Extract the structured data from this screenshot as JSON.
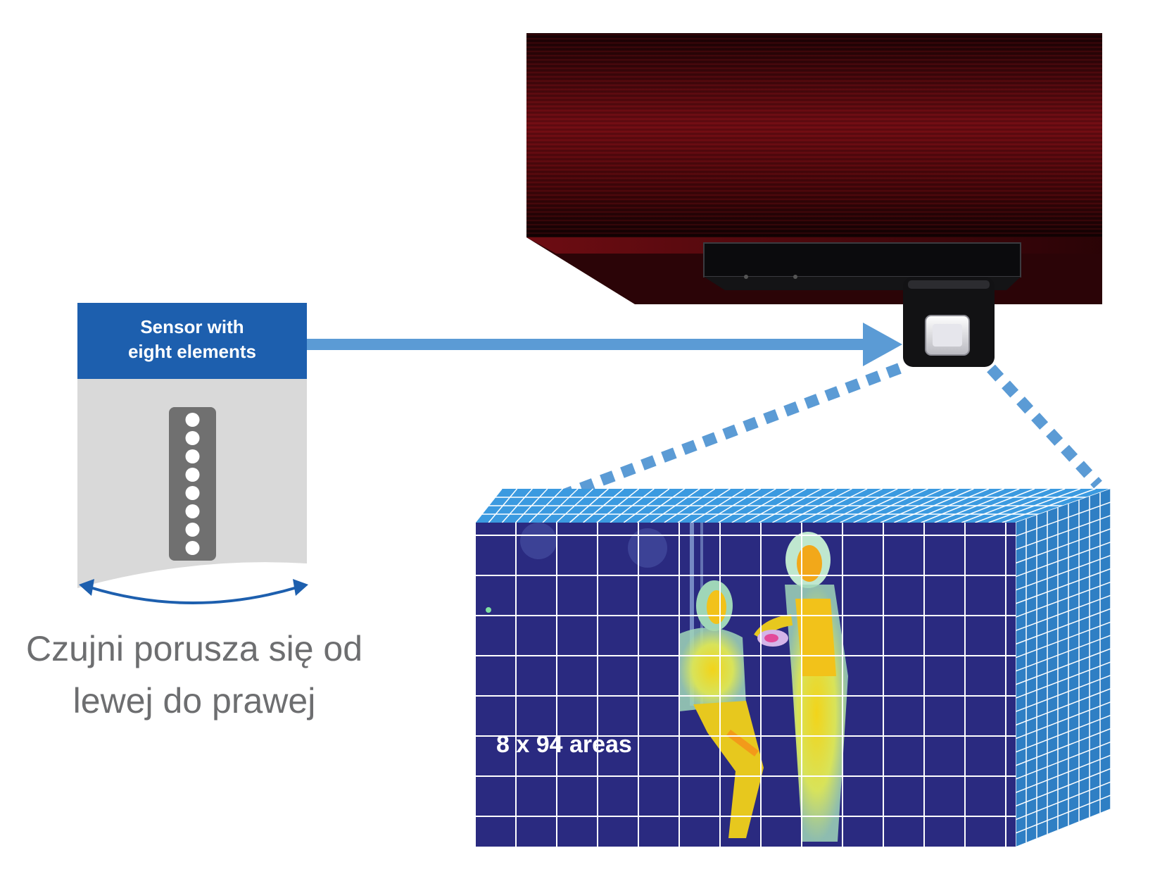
{
  "sensor_panel": {
    "title_line1": "Sensor with",
    "title_line2": "eight elements",
    "element_count": 8,
    "colors": {
      "header": "#1d5fae",
      "body": "#d9d9d9",
      "strip": "#707070",
      "dot": "#ffffff"
    }
  },
  "caption": {
    "line1": "Czujni porusza się od",
    "line2": "lewej do prawej"
  },
  "thermal_grid": {
    "label": "8 x 94 areas",
    "colors": {
      "background": "#2a2a80",
      "side": "#2f7fc4",
      "top": "#3b9ae0",
      "gridline": "#ffffff"
    }
  },
  "arrow": {
    "color": "#5b9bd5"
  },
  "air_conditioner": {
    "color": "#5a0b10"
  },
  "icons": {
    "sweep": "double-headed-curved-arrow-icon",
    "pointer": "right-arrow-icon"
  }
}
